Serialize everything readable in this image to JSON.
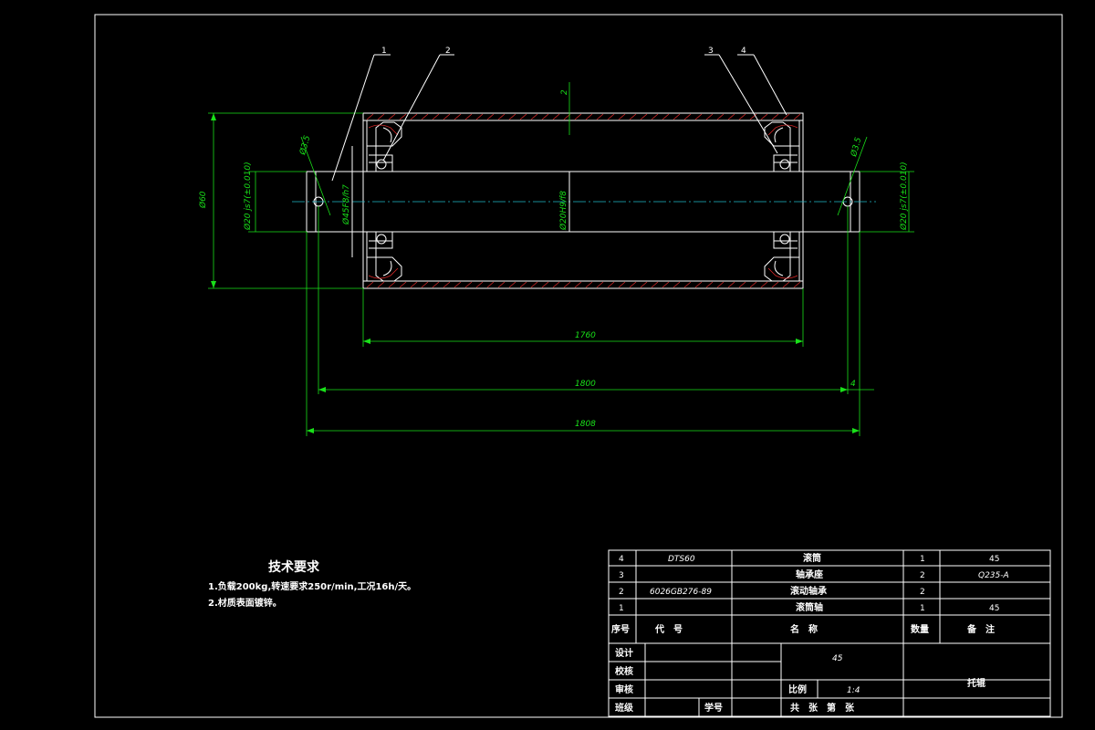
{
  "balloons": [
    "1",
    "2",
    "3",
    "4"
  ],
  "dimensions": {
    "wall": "2",
    "outer_dia": "Ø60",
    "hole_left": "Ø3.5",
    "hole_right": "Ø3.5",
    "journal_left": "Ø20 js7(±0.010)",
    "journal_right": "Ø20 js7(±0.010)",
    "bore": "Ø45F8/h7",
    "shaft": "Ø20H9/f8",
    "len_tube": "1760",
    "len_holes": "1800",
    "offset": "4",
    "len_total": "1808"
  },
  "tech_requirements": {
    "title": "技术要求",
    "items": [
      "1.负载200kg,转速要求250r/min,工况16h/天。",
      "2.材质表面镀锌。"
    ]
  },
  "bom": {
    "rows": [
      {
        "seq": "4",
        "code": "DTS60",
        "name": "滚筒",
        "qty": "1",
        "note": "45"
      },
      {
        "seq": "3",
        "code": "",
        "name": "轴承座",
        "qty": "2",
        "note": "Q235-A"
      },
      {
        "seq": "2",
        "code": "6026GB276-89",
        "name": "滚动轴承",
        "qty": "2",
        "note": ""
      },
      {
        "seq": "1",
        "code": "",
        "name": "滚筒轴",
        "qty": "1",
        "note": "45"
      }
    ],
    "header": {
      "seq": "序号",
      "code": "代　号",
      "name": "名　称",
      "qty": "数量",
      "note": "备　注"
    }
  },
  "title_block": {
    "design": "设计",
    "check": "校核",
    "review": "审核",
    "class": "班级",
    "student_id": "学号",
    "material": "45",
    "scale_label": "比例",
    "scale_value": "1:4",
    "sheets": "共　张　第　张",
    "part_name": "托辊"
  }
}
